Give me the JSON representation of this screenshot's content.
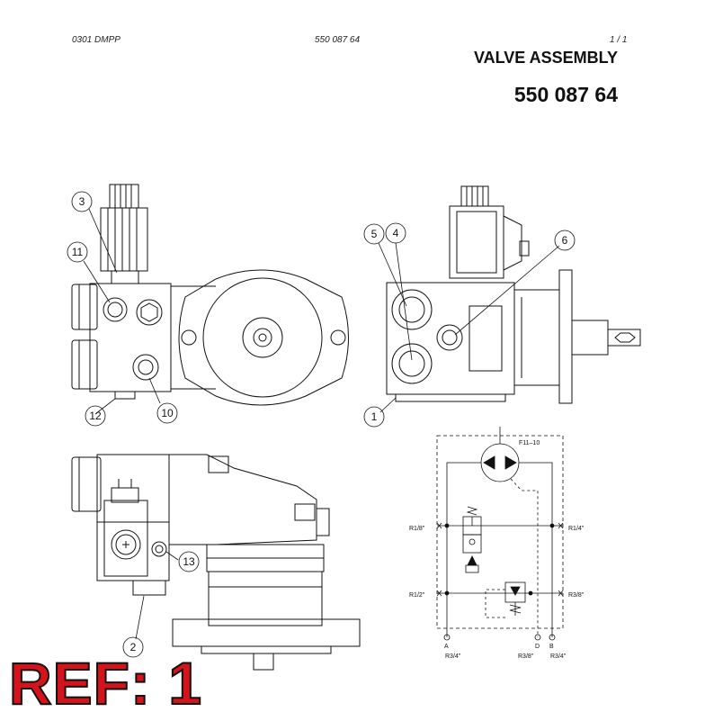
{
  "header": {
    "doc_code": "0301 DMPP",
    "part_number_small": "550 087 64",
    "page": "1 /  1"
  },
  "title": "VALVE ASSEMBLY",
  "part_number": "550 087 64",
  "ref_label": "REF: 1",
  "callouts": [
    "1",
    "2",
    "3",
    "4",
    "5",
    "6",
    "10",
    "11",
    "12",
    "13"
  ],
  "schematic": {
    "pump_label": "F11–10",
    "ports_left": [
      "R1/8\"",
      "R1/2\""
    ],
    "ports_right": [
      "R1/4\"",
      "R3/8\""
    ],
    "bottom_letters": [
      "A",
      "D",
      "B"
    ],
    "bottom_sizes": [
      "R3/4\"",
      "R3/8\"",
      "R3/4\""
    ]
  },
  "colors": {
    "ref": "#d4131b",
    "line": "#111111"
  }
}
